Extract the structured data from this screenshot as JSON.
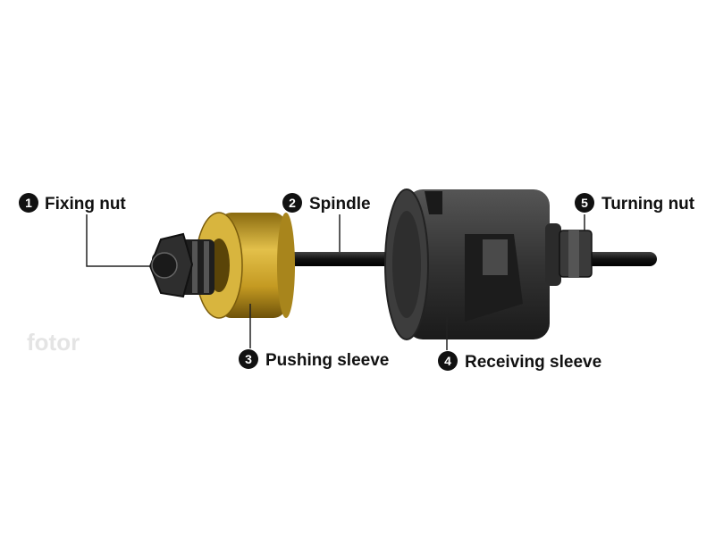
{
  "parts": [
    {
      "number": "1",
      "label": "Fixing nut"
    },
    {
      "number": "2",
      "label": "Spindle"
    },
    {
      "number": "3",
      "label": "Pushing sleeve"
    },
    {
      "number": "4",
      "label": "Receiving sleeve"
    },
    {
      "number": "5",
      "label": "Turning nut"
    }
  ],
  "watermark": "fotor",
  "colors": {
    "brass": "#c9a227",
    "steel_dark": "#2a2a2a",
    "sleeve": "#3a3a3a",
    "label": "#111111"
  }
}
